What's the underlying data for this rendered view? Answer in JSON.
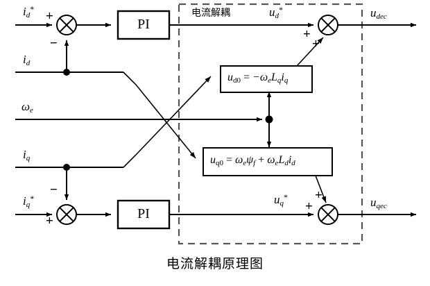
{
  "figure": {
    "caption": "电流解耦原理图",
    "region_title": "电流解耦"
  },
  "inputs": [
    {
      "name": "id-ref",
      "base": "i",
      "sub": "d",
      "sup": "*"
    },
    {
      "name": "id-feedback",
      "base": "i",
      "sub": "d",
      "sup": ""
    },
    {
      "name": "omega-e",
      "base": "ω",
      "sub": "e",
      "sup": ""
    },
    {
      "name": "iq-feedback",
      "base": "i",
      "sub": "q",
      "sup": ""
    },
    {
      "name": "iq-ref",
      "base": "i",
      "sub": "q",
      "sup": "*"
    }
  ],
  "labels": {
    "id_ref_base": "i",
    "id_ref_sub": "d",
    "id_ref_sup": "*",
    "id_base": "i",
    "id_sub": "d",
    "omega_base": "ω",
    "omega_sub": "e",
    "iq_base": "i",
    "iq_sub": "q",
    "iq_ref_base": "i",
    "iq_ref_sub": "q",
    "iq_ref_sup": "*",
    "ud_star_base": "u",
    "ud_star_sub": "d",
    "ud_star_sup": "*",
    "uq_star_base": "u",
    "uq_star_sub": "q",
    "uq_star_sup": "*",
    "udec_base": "u",
    "udec_sub": "dec",
    "uqec_base": "u",
    "uqec_sub": "qec"
  },
  "blocks": {
    "pi_top_label": "PI",
    "pi_bottom_label": "PI"
  },
  "equations": {
    "ud0": {
      "lhs_base": "u",
      "lhs_sub": "d0",
      "eq": "=",
      "rhs": "−ω",
      "rhs_sub1": "e",
      "rhs_term2": "L",
      "rhs_sub2": "q",
      "rhs_term3": "i",
      "rhs_sub3": "q",
      "plain": "u_d0 = -ω_e L_q i_q"
    },
    "uq0": {
      "lhs_base": "u",
      "lhs_sub": "q0",
      "eq": "=",
      "rhs_term1": "ω",
      "rhs_sub1": "e",
      "rhs_term2": "ψ",
      "rhs_sub2": "f",
      "plus": "+",
      "rhs_term3": "ω",
      "rhs_sub3": "e",
      "rhs_term4": "L",
      "rhs_sub4": "d",
      "rhs_term5": "i",
      "rhs_sub5": "d",
      "plain": "u_q0 = ω_e ψ_f + ω_e L_d i_d"
    }
  },
  "signs": {
    "sum_top_plus": "+",
    "sum_top_minus": "−",
    "sum_bottom_minus": "−",
    "sum_bottom_plus": "+",
    "sum_out_top_plus_a": "+",
    "sum_out_top_plus_b": "+",
    "sum_out_bottom_plus_a": "+",
    "sum_out_bottom_plus_b": "+"
  },
  "colors": {
    "stroke": "#000000",
    "background": "#ffffff",
    "dashed_region": "#555555"
  }
}
